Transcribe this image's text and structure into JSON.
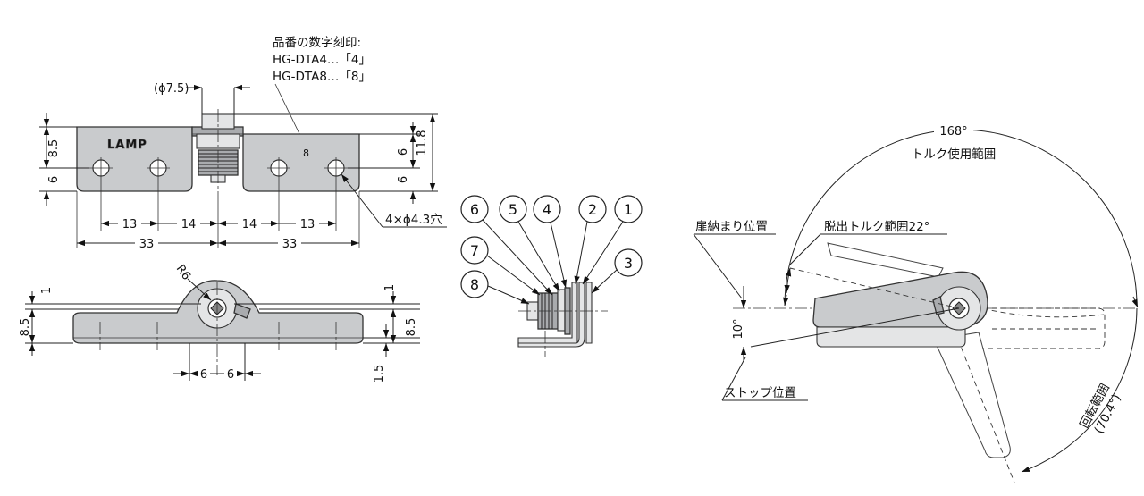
{
  "top_view": {
    "note_title": "品番の数字刻印:",
    "note_line1": "HG-DTA4…「4」",
    "note_line2": "HG-DTA8…「8」",
    "diameter": "(ϕ7.5)",
    "logo": "LAMP",
    "stamp": "8",
    "dim_8_5": "8.5",
    "dim_6_left": "6",
    "dim_6_right_top": "6",
    "dim_6_right_bottom": "6",
    "dim_11_8": "11.8",
    "dim_13_a": "13",
    "dim_14_a": "14",
    "dim_14_b": "14",
    "dim_13_b": "13",
    "dim_33_a": "33",
    "dim_33_b": "33",
    "holes_note": "4×ϕ4.3穴"
  },
  "front_view": {
    "radius": "R6",
    "dim_1_left": "1",
    "dim_8_5_left": "8.5",
    "dim_1_right": "1",
    "dim_8_5_right": "8.5",
    "dim_1_5": "1.5",
    "dim_6_a": "6",
    "dim_6_b": "6"
  },
  "side_view": {
    "callouts": [
      "6",
      "5",
      "4",
      "2",
      "1",
      "7",
      "3",
      "8"
    ]
  },
  "rotation_view": {
    "angle_168": "168°",
    "torque_range": "トルク使用範囲",
    "closed_position": "扉納まり位置",
    "escape_torque": "脱出トルク範囲22°",
    "angle_10": "10°",
    "stop_position": "ストップ位置",
    "rotation_range": "回転範囲",
    "rotation_angle": "(70.4°)"
  }
}
